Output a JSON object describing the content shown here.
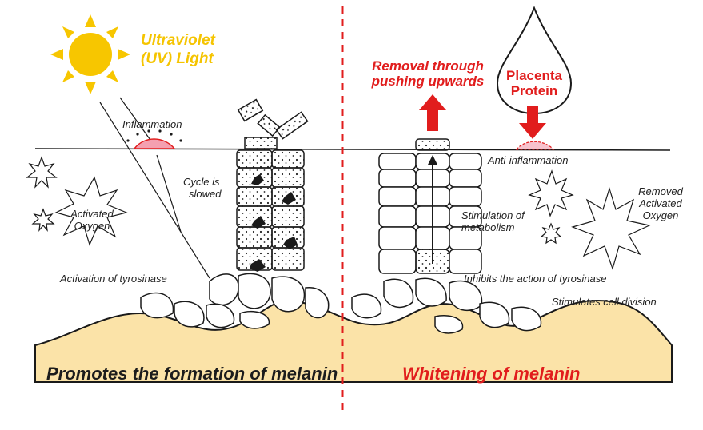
{
  "left": {
    "uv_line1": "Ultraviolet",
    "uv_line2": "(UV) Light",
    "inflammation": "Inflammation",
    "cycle_line1": "Cycle is",
    "cycle_line2": "slowed",
    "activated_line1": "Activated",
    "activated_line2": "Oxygen",
    "tyrosinase": "Activation of tyrosinase",
    "caption": "Promotes the formation of melanin"
  },
  "right": {
    "removal_line1": "Removal through",
    "removal_line2": "pushing upwards",
    "placenta_line1": "Placenta",
    "placenta_line2": "Protein",
    "anti_inflammation": "Anti-inflammation",
    "stimulation_line1": "Stimulation of",
    "stimulation_line2": "metabolism",
    "removed_line1": "Removed",
    "removed_line2": "Activated",
    "removed_line3": "Oxygen",
    "inhibits": "Inhibits the action of tyrosinase",
    "division": "Stimulates cell division",
    "caption": "Whitening of melanin"
  },
  "colors": {
    "sun": "#f7c600",
    "red": "#e11d1d",
    "skin": "#fbe3a8",
    "inflamed": "#f4a0b0",
    "ink": "#1a1a1a"
  }
}
